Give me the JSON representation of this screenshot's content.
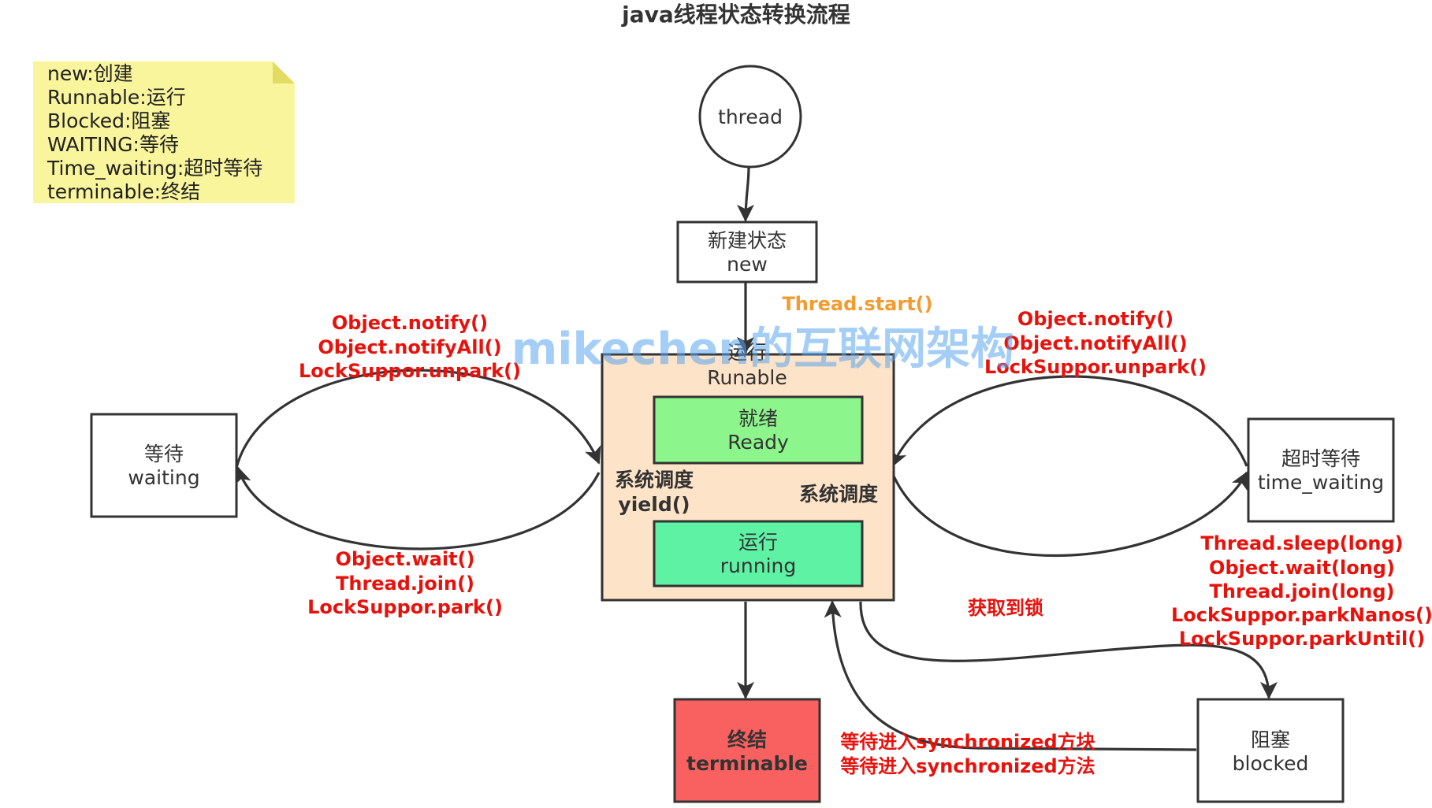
{
  "title": "java线程状态转换流程",
  "legend_note": {
    "lines": [
      "new:创建",
      "Runnable:运行",
      "Blocked:阻塞",
      "WAITING:等待",
      "Time_waiting:超时等待",
      "terminable:终结"
    ]
  },
  "nodes": {
    "thread": {
      "label": "thread"
    },
    "new": {
      "line1": "新建状态",
      "line2": "new"
    },
    "runnable": {
      "line1": "运行",
      "line2": "Runable"
    },
    "ready": {
      "line1": "就绪",
      "line2": "Ready"
    },
    "running": {
      "line1": "运行",
      "line2": "running"
    },
    "waiting": {
      "line1": "等待",
      "line2": "waiting"
    },
    "time_waiting": {
      "line1": "超时等待",
      "line2": "time_waiting"
    },
    "blocked": {
      "line1": "阻塞",
      "line2": "blocked"
    },
    "terminable": {
      "line1": "终结",
      "line2": "terminable"
    }
  },
  "edge_labels": {
    "start": "Thread.start()",
    "waiting_to_runnable": [
      "Object.notify()",
      "Object.notifyAll()",
      "LockSuppor.unpark()"
    ],
    "runnable_to_waiting": [
      "Object.wait()",
      "Thread.join()",
      "LockSuppor.park()"
    ],
    "timed_to_runnable": [
      "Object.notify()",
      "Object.notifyAll()",
      "LockSuppor.unpark()"
    ],
    "runnable_to_timed": [
      "Thread.sleep(long)",
      "Object.wait(long)",
      "Thread.join(long)",
      "LockSuppor.parkNanos()",
      "LockSuppor.parkUntil()"
    ],
    "running_to_ready": [
      "系统调度",
      "yield()"
    ],
    "ready_to_running": "系统调度",
    "blocked_to_runnable": "获取到锁",
    "runnable_to_blocked": [
      "等待进入synchronized方块",
      "等待进入synchronized方法"
    ]
  },
  "watermark": "mikechen的互联网架构",
  "colors": {
    "note_bg": "#f9f59c",
    "runnable_bg": "#fde3c8",
    "ready_bg": "#8cf58c",
    "running_bg": "#5ef2a4",
    "terminable_bg": "#f96060",
    "label_red": "#e8120c",
    "label_orange": "#f39b2f"
  }
}
